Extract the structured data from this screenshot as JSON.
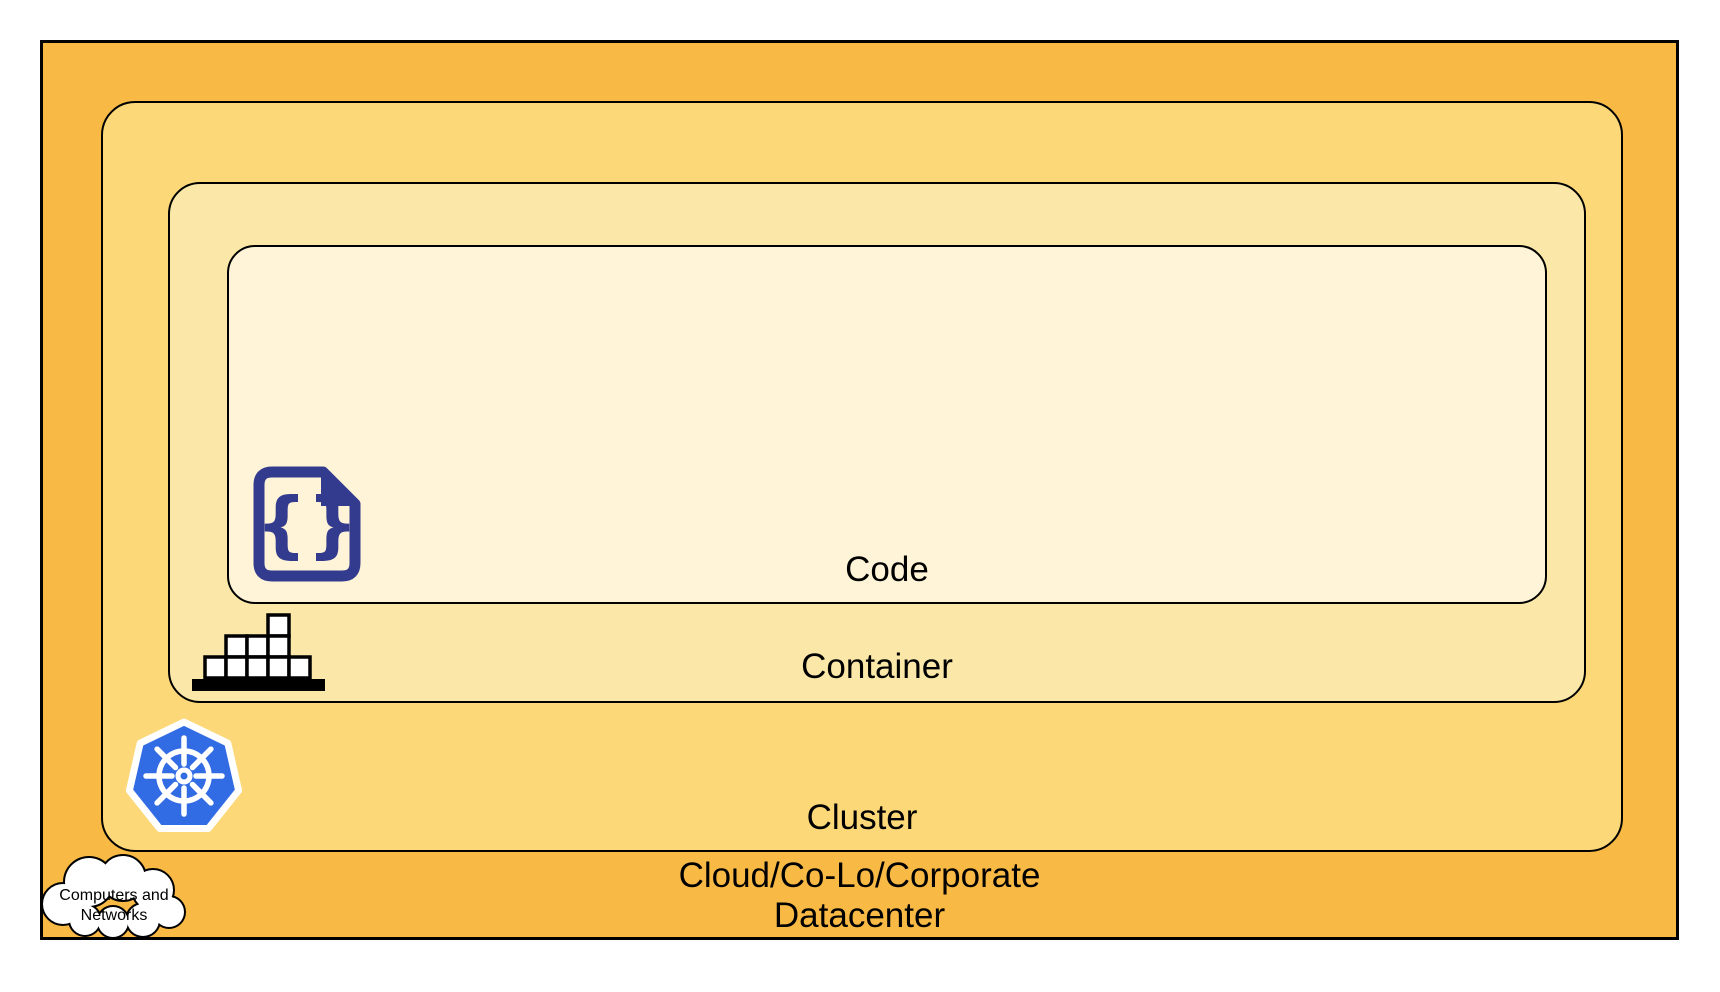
{
  "layers": {
    "datacenter": {
      "label_line1": "Cloud/Co-Lo/Corporate",
      "label_line2": "Datacenter",
      "fill": "#F8BA44"
    },
    "cluster": {
      "label": "Cluster",
      "fill": "#FDD879"
    },
    "container": {
      "label": "Container",
      "fill": "#FBE8A8"
    },
    "code": {
      "label": "Code",
      "fill": "#FFF4D7"
    }
  },
  "cloud_callout": {
    "line1": "Computers and",
    "line2": "Networks"
  },
  "icons": {
    "kubernetes": "kubernetes-icon",
    "code_file": "code-file-icon",
    "container_blocks": "container-blocks-icon",
    "cloud": "cloud-icon",
    "code_glyph": "{}"
  },
  "colors": {
    "kubernetes_blue": "#326CE5",
    "code_icon_indigo": "#333B8F",
    "border": "#000000",
    "block_white": "#FFFFFF"
  }
}
